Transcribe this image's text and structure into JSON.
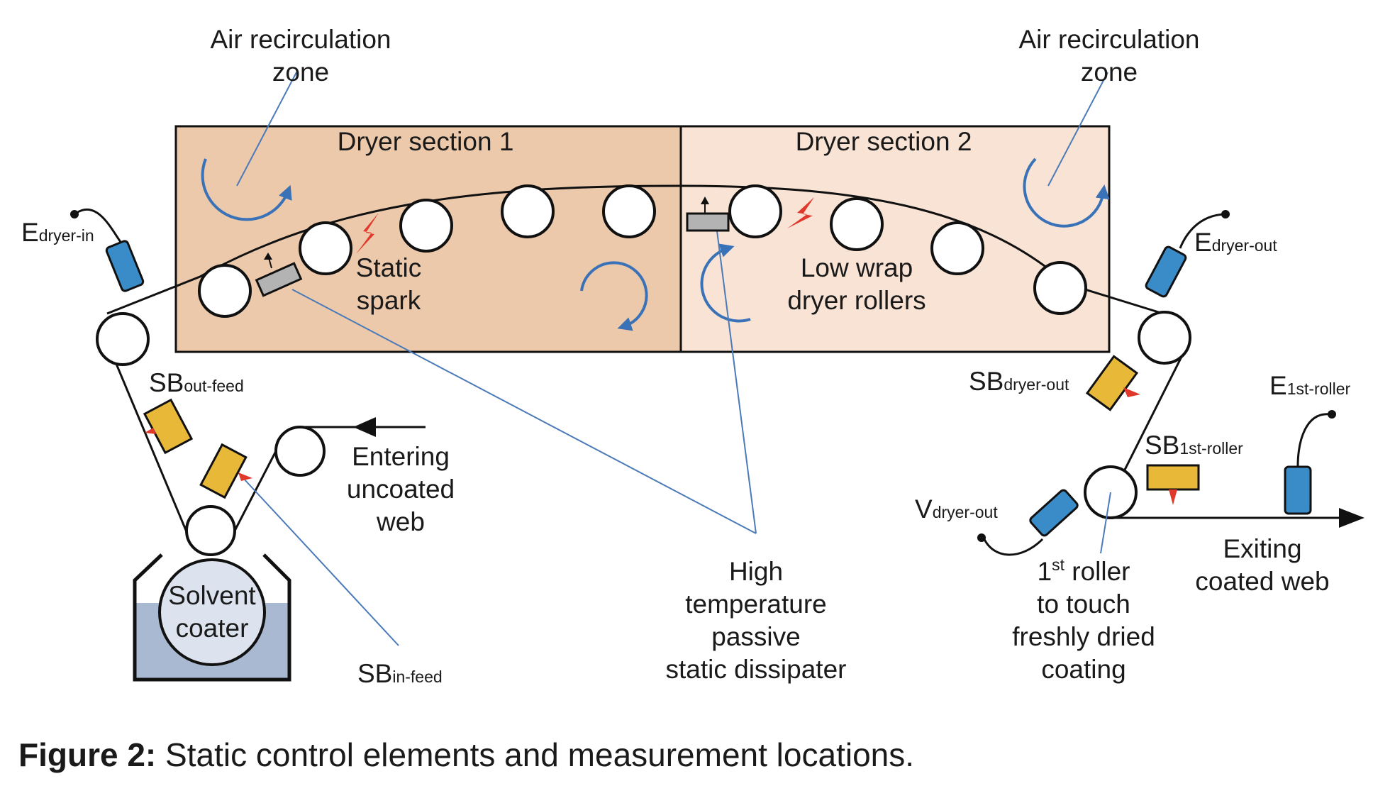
{
  "labels": {
    "air_zone_left_line1": "Air recirculation",
    "air_zone_left_line2": "zone",
    "air_zone_right_line1": "Air recirculation",
    "air_zone_right_line2": "zone",
    "dryer_section_1": "Dryer section 1",
    "dryer_section_2": "Dryer section 2",
    "static_spark_line1": "Static",
    "static_spark_line2": "spark",
    "low_wrap_line1": "Low wrap",
    "low_wrap_line2": "dryer rollers",
    "entering_line1": "Entering",
    "entering_line2": "uncoated",
    "entering_line3": "web",
    "solvent_line1": "Solvent",
    "solvent_line2": "coater",
    "dissipater_line1": "High",
    "dissipater_line2": "temperature",
    "dissipater_line3": "passive",
    "dissipater_line4": "static dissipater",
    "first_roller_sup": "st",
    "first_roller_line1_num": "1",
    "first_roller_line1_rest": " roller",
    "first_roller_line2": "to touch",
    "first_roller_line3": "freshly dried",
    "first_roller_line4": "coating",
    "exiting_line1": "Exiting",
    "exiting_line2": "coated web"
  },
  "sensors": {
    "e_dryer_in": {
      "main": "E",
      "sub": "dryer-in"
    },
    "e_dryer_out": {
      "main": "E",
      "sub": "dryer-out"
    },
    "e_1st_roller": {
      "main": "E",
      "sub": "1st-roller"
    },
    "sb_out_feed": {
      "main": "SB",
      "sub": "out-feed"
    },
    "sb_in_feed": {
      "main": "SB",
      "sub": "in-feed"
    },
    "sb_dryer_out": {
      "main": "SB",
      "sub": "dryer-out"
    },
    "sb_1st_roller": {
      "main": "SB",
      "sub": "1st-roller"
    },
    "v_dryer_out": {
      "main": "V",
      "sub": "dryer-out"
    }
  },
  "caption": {
    "bold": "Figure 2:",
    "text": " Static control elements and measurement locations."
  },
  "colors": {
    "dryer_section_1": "#edc9ac",
    "dryer_section_2": "#f8e3d4",
    "coater_liquid": "#a9b9d1",
    "sensor_blue": "#3a8cc8",
    "sensor_yellow": "#e8b838",
    "spark_red": "#e0392b",
    "leader_blue": "#4a7ab8",
    "arrow_blue": "#3a72b8",
    "dissipater_gray": "#b3b3b3"
  },
  "icons": {
    "spark": "lightning-bolt-icon",
    "recirculation": "circular-arrow-icon",
    "web_direction": "arrow-icon"
  }
}
